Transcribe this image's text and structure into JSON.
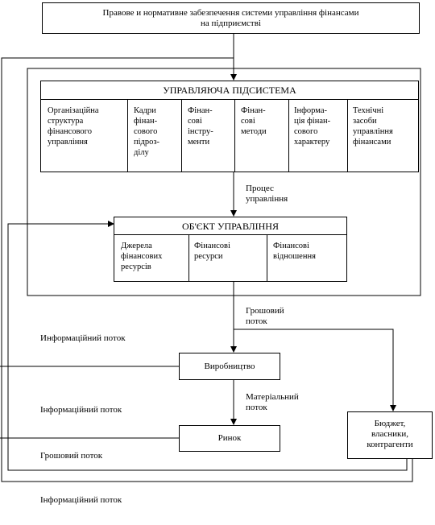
{
  "top_box": "Правове и нормативне забезпечення системи управління фінансами\nна підприємстві",
  "control_subsystem": {
    "title": "УПРАВЛЯЮЧА ПІДСИСТЕМА",
    "cells": [
      "Організаційна\nструктура\nфінансового\nуправління",
      "Кадри\nфінан-\nсового\nпідроз-\nділу",
      "Фінан-\nсові\nінстру-\nменти",
      "Фінан-\nсові\nметоди",
      "Інформа-\nція фінан-\nсового\nхарактеру",
      "Технічні\nзасоби\nуправління\nфінансами"
    ]
  },
  "process_label": "Процес\nуправління",
  "object": {
    "title": "ОБ'ЄКТ УПРАВЛІННЯ",
    "cells": [
      "Джерела\nфінансових\nресурсів",
      "Фінансові\nресурси",
      "Фінансові\nвідношення"
    ]
  },
  "money_flow_label": "Грошовий\nпоток",
  "info_flow_1": "Информаційний поток",
  "production": "Виробництво",
  "material_flow": "Матеріальний\nпоток",
  "info_flow_2": "Інформаційний поток",
  "market": "Ринок",
  "budget": "Бюджет,\nвласники,\nконтрагенти",
  "money_flow_bottom": "Грошовий поток",
  "info_flow_3": "Інформаційний поток"
}
